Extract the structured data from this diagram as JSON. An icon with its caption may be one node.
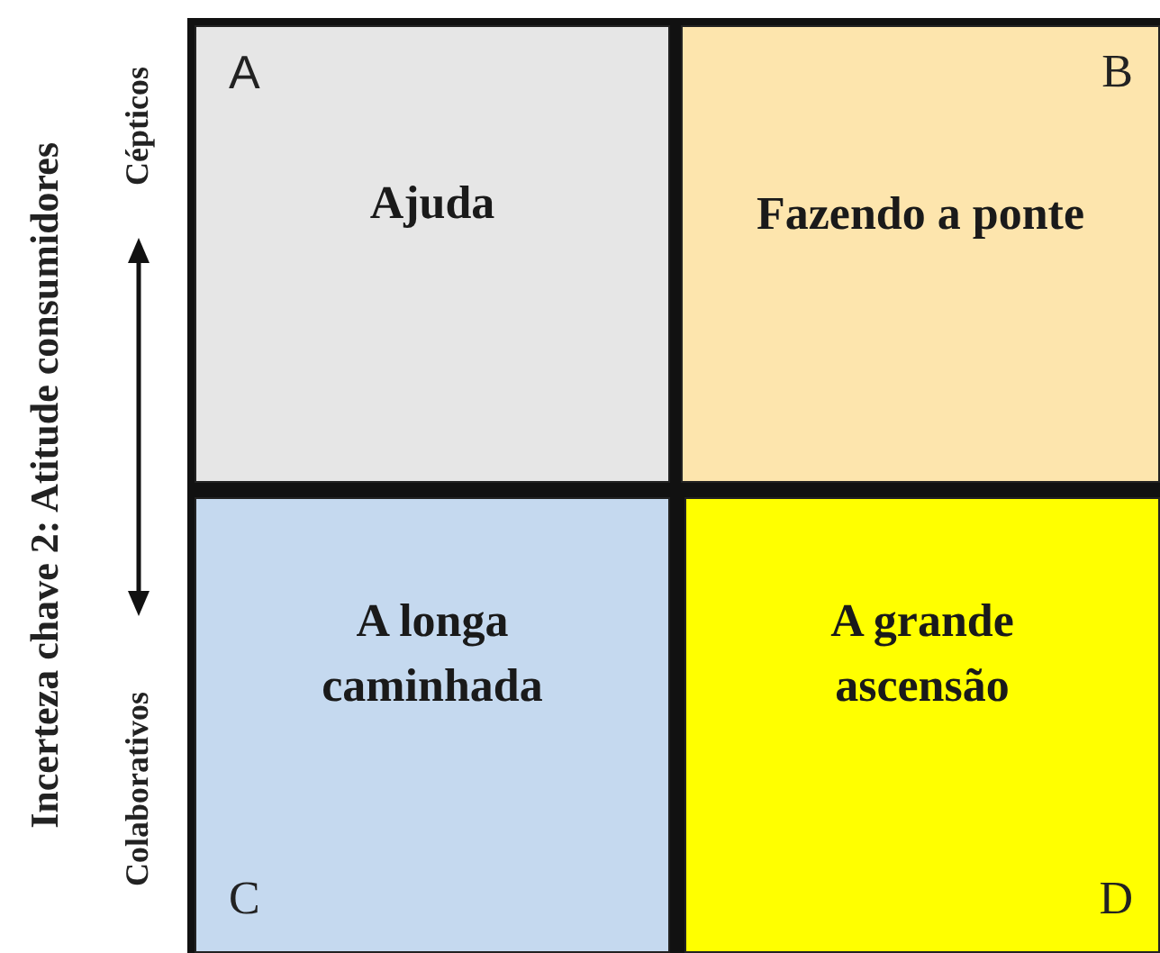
{
  "diagram": {
    "nodes": [
      {
        "text": [
          "A",
          "Ajuda"
        ]
      },
      {
        "text": [
          "B",
          "Fazendo a ponte"
        ]
      },
      {
        "text": [
          "A longa caminhada",
          "C"
        ]
      },
      {
        "text": [
          "A grande ascensão",
          "D"
        ]
      }
    ],
    "labels": [
      "Incerteza chave 2: Atitude consumidores",
      "Cépticos",
      "Colaborativos"
    ]
  }
}
